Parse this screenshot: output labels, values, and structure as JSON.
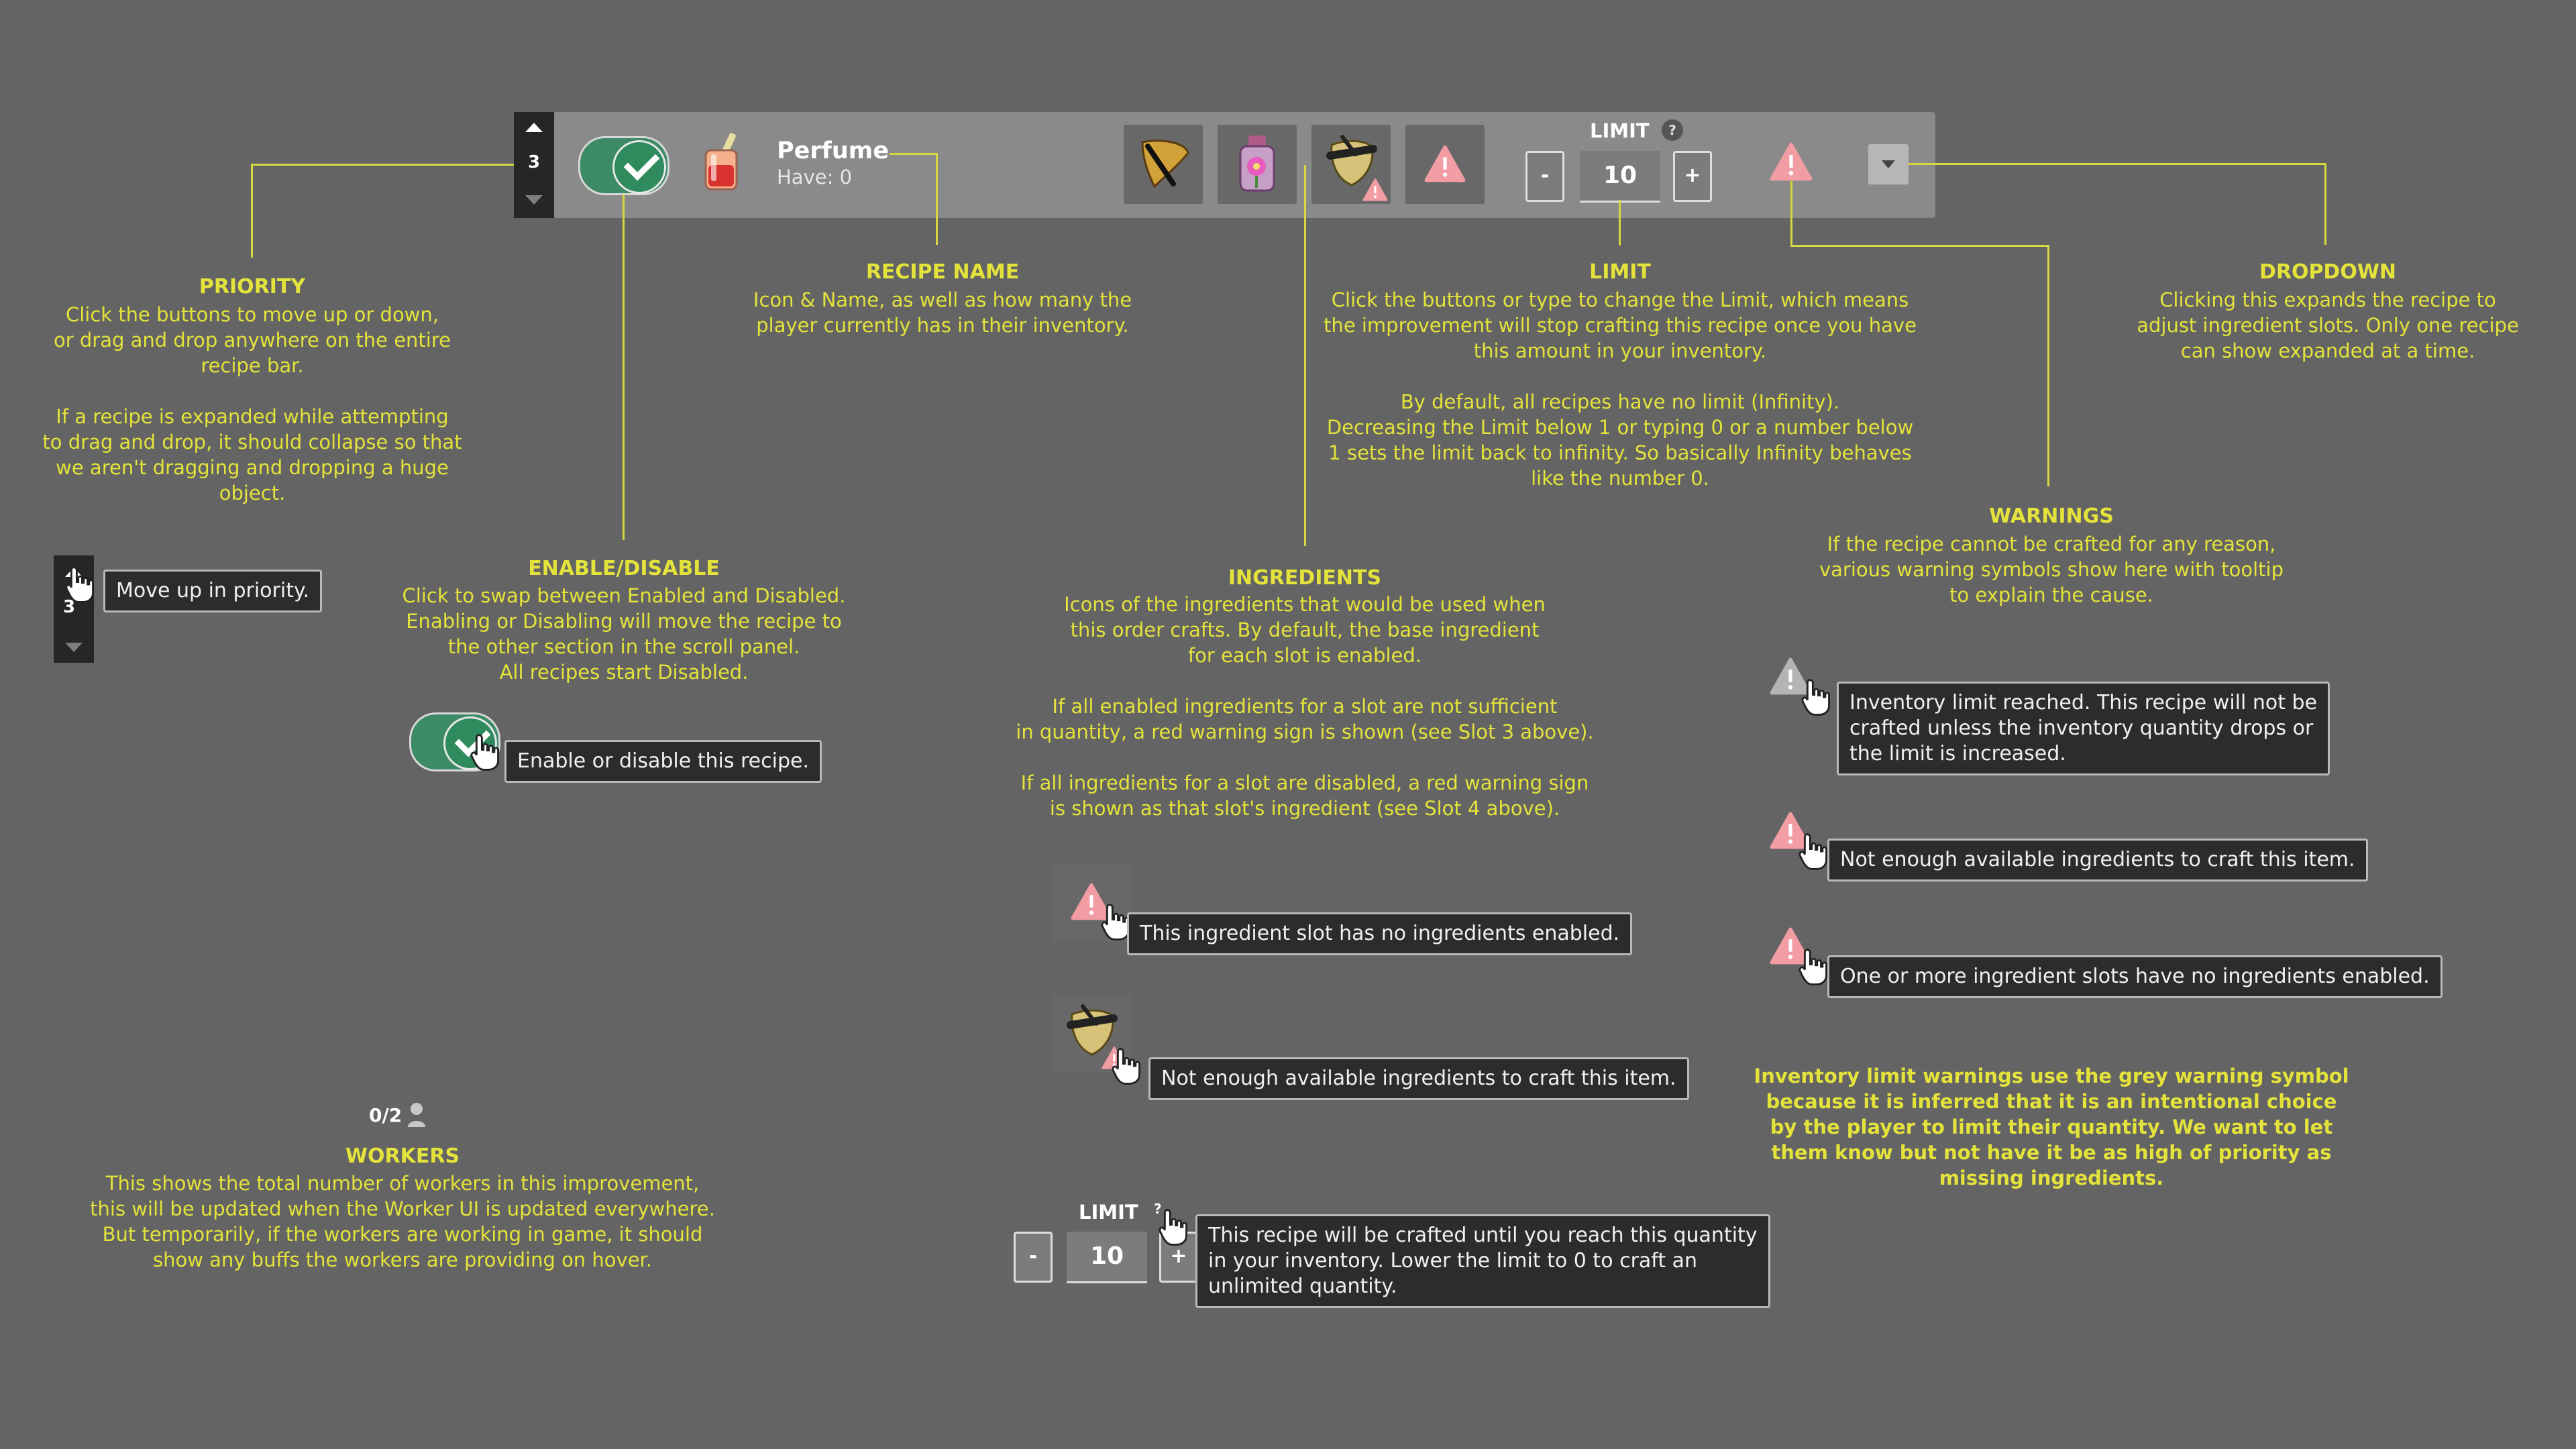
{
  "colors": {
    "background": "#646464",
    "annotation": "#e4e33b",
    "bar": "#8a8a8a",
    "toggle_green": "#3d8a66",
    "warning_red": "#f29ca4",
    "warning_grey": "#b4b4b4"
  },
  "recipe_bar": {
    "priority_value": "3",
    "recipe_name": "Perfume",
    "have_text": "Have: 0",
    "limit_label": "LIMIT",
    "limit_help": "?",
    "limit_minus": "-",
    "limit_value": "10",
    "limit_plus": "+"
  },
  "annotations": {
    "priority": {
      "title": "PRIORITY",
      "text": "Click the buttons to move up or down,\nor drag and drop anywhere on the entire\nrecipe bar.\n\nIf a recipe is expanded while attempting\nto drag and drop, it should collapse so that\nwe aren't dragging and dropping a huge\nobject."
    },
    "recipe_name": {
      "title": "RECIPE NAME",
      "text": "Icon & Name, as well as how many the\nplayer currently has in their inventory."
    },
    "limit": {
      "title": "LIMIT",
      "text": "Click the buttons or type to change the Limit, which means\nthe improvement will stop crafting this recipe once you have\nthis amount in your inventory.\n\nBy default, all recipes have no limit (Infinity).\nDecreasing the Limit below 1 or typing 0 or a number below\n1 sets the limit back to infinity. So basically Infinity behaves\nlike the number 0."
    },
    "dropdown": {
      "title": "DROPDOWN",
      "text": "Clicking this expands the recipe to\nadjust ingredient slots. Only one recipe\ncan show expanded at a time."
    },
    "warnings": {
      "title": "WARNINGS",
      "text": "If the recipe cannot be crafted for any reason,\nvarious warning symbols show here with tooltip\nto explain the cause."
    },
    "enable": {
      "title": "ENABLE/DISABLE",
      "text": "Click to swap between Enabled and Disabled.\nEnabling or Disabling will move the recipe to\nthe other section in the scroll panel.\nAll recipes start Disabled."
    },
    "ingredients": {
      "title": "INGREDIENTS",
      "text": "Icons of the ingredients that would be used when\nthis order crafts. By default, the base ingredient\nfor each slot is enabled.\n\nIf all enabled ingredients for a slot are not sufficient\nin quantity, a red warning sign is shown (see Slot 3 above).\n\nIf all ingredients for a slot are disabled, a red warning sign\nis shown as that slot's ingredient (see Slot 4 above)."
    },
    "workers": {
      "title": "WORKERS",
      "text": "This shows the total number of workers in this improvement,\nthis will be updated when the Worker UI is updated everywhere.\nBut temporarily, if the workers are working in game, it should\nshow any buffs the workers are providing on hover."
    },
    "inventory_note": {
      "text": "Inventory limit warnings use the grey warning symbol\nbecause it is inferred that it is an intentional choice\nby the player to limit their quantity. We want to let\nthem know but not have it be as high of priority as\nmissing ingredients."
    }
  },
  "examples": {
    "priority_value": "3",
    "workers_count": "0/2",
    "limit_label": "LIMIT",
    "limit_help": "?",
    "limit_minus": "-",
    "limit_value": "10",
    "limit_plus": "+"
  },
  "tooltips": {
    "move_up": "Move up in priority.",
    "enable": "Enable or disable this recipe.",
    "no_ingredients": "This ingredient slot has no ingredients enabled.",
    "not_enough_slot": "Not enough available ingredients to craft this item.",
    "limit": "This recipe will be crafted until you reach this quantity\nin your inventory. Lower the limit to 0 to craft an\nunlimited quantity.",
    "inventory_limit": "Inventory limit reached. This recipe will not be\ncrafted unless the inventory quantity drops or\nthe limit is increased.",
    "not_enough": "Not enough available ingredients to craft this item.",
    "slots_empty": "One or more ingredient slots have no ingredients enabled."
  },
  "icons": [
    "chevron-up-icon",
    "chevron-down-icon",
    "checkmark-icon",
    "perfume-icon",
    "feather-icon",
    "flower-jar-icon",
    "mask-icon",
    "warning-icon",
    "dropdown-arrow-icon",
    "cursor-hand-icon",
    "person-icon"
  ]
}
